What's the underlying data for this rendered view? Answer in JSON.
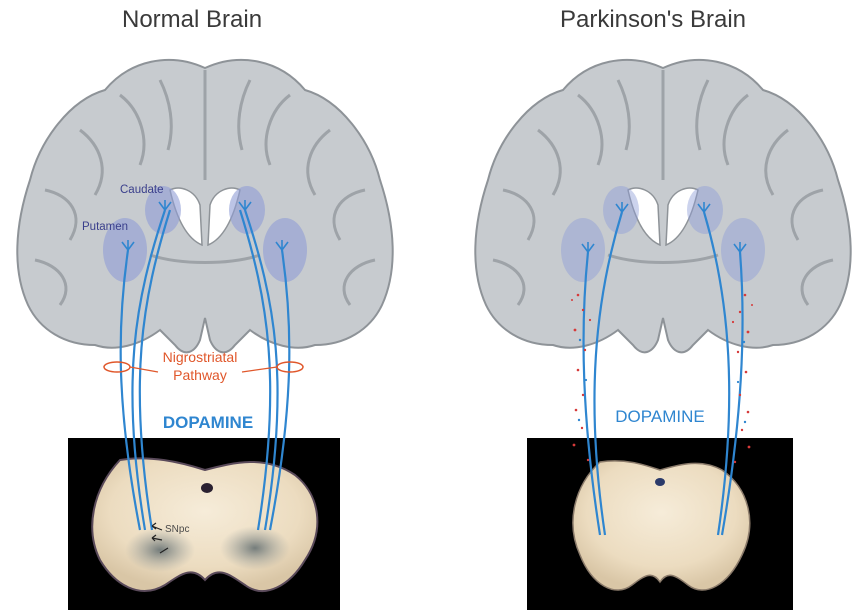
{
  "titles": {
    "normal": "Normal Brain",
    "parkinsons": "Parkinson's Brain"
  },
  "labels": {
    "caudate": "Caudate",
    "putamen": "Putamen",
    "nigrostriatal_line1": "Nigrostriatal",
    "nigrostriatal_line2": "Pathway",
    "dopamine_normal": "DOPAMINE",
    "dopamine_pd": "DOPAMINE",
    "snpc": "SNpc"
  },
  "colors": {
    "brain_fill": "#c7cbcf",
    "gyri": "#9ea3a8",
    "basal_ganglia": "#8f9dd6",
    "pathway": "#2f86d0",
    "annotation_red": "#e0572b",
    "dots_red": "#d63a3a",
    "photo_bg": "#000000",
    "midbrain": "#eee3cf"
  }
}
